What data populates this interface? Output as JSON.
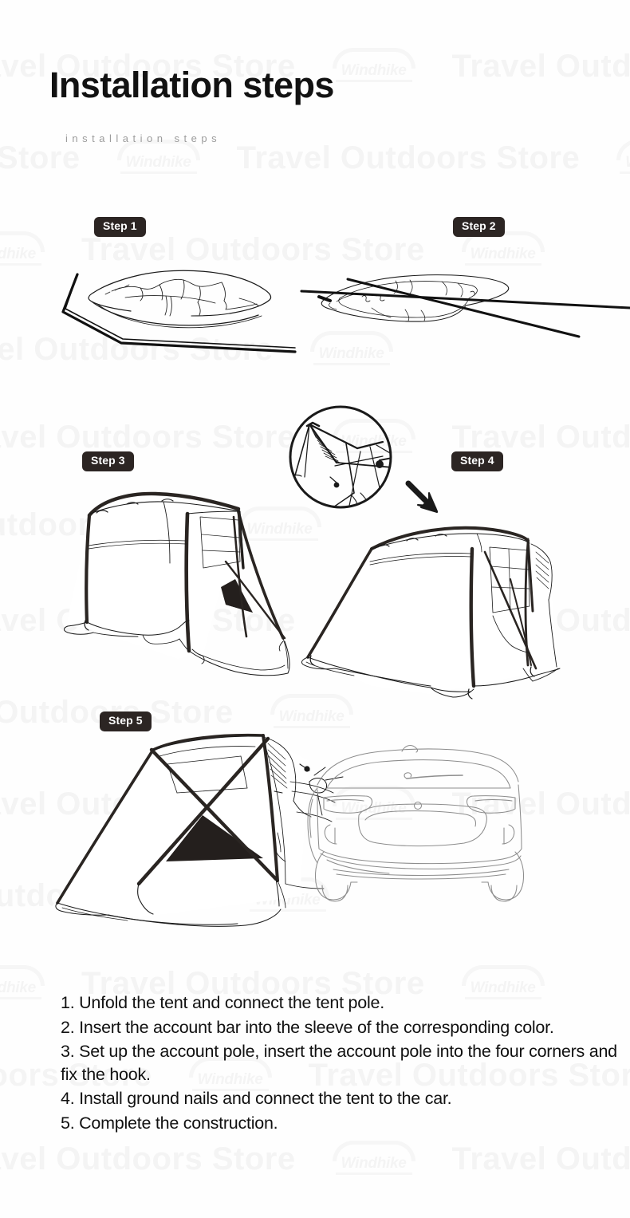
{
  "page": {
    "title": "Installation steps",
    "subtitle": "installation steps",
    "background_color": "#fefefe",
    "ink_color": "#1a1a1a",
    "badge_color": "#2c2523",
    "badge_text_color": "#ffffff"
  },
  "watermark": {
    "text": "Travel Outdoors Store",
    "brand": "Windhike",
    "color": "#f4f4f4"
  },
  "steps": [
    {
      "badge": "Step 1",
      "illustration": "folded-tent-bag-and-tent-pole",
      "description": "Folded tent pack lying flat with a bent tent pole alongside"
    },
    {
      "badge": "Step 2",
      "illustration": "tent-laid-flat-with-crossed-poles",
      "description": "Tent body spread out on the ground with two poles crossed over it"
    },
    {
      "badge": "Step 3",
      "illustration": "tent-partially-erected",
      "description": "Tent frame raised with the awning side open"
    },
    {
      "badge": "Step 4",
      "illustration": "tent-fully-pitched",
      "description": "Tent fully pitched and staked to the ground"
    },
    {
      "badge": "Step 5",
      "illustration": "tent-attached-to-car",
      "description": "Completed tent connected to the rear of an SUV"
    }
  ],
  "detail_callout": {
    "name": "pole-hub-detail",
    "shape": "circle",
    "arrow": "down-right"
  },
  "instructions": [
    "1. Unfold the tent and connect the tent pole.",
    "2. Insert the account bar into the sleeve of the corresponding color.",
    "3. Set up the account pole, insert the account pole into the four corners and fix the hook.",
    "4. Install ground nails and connect the tent to the car.",
    "5. Complete the construction."
  ]
}
